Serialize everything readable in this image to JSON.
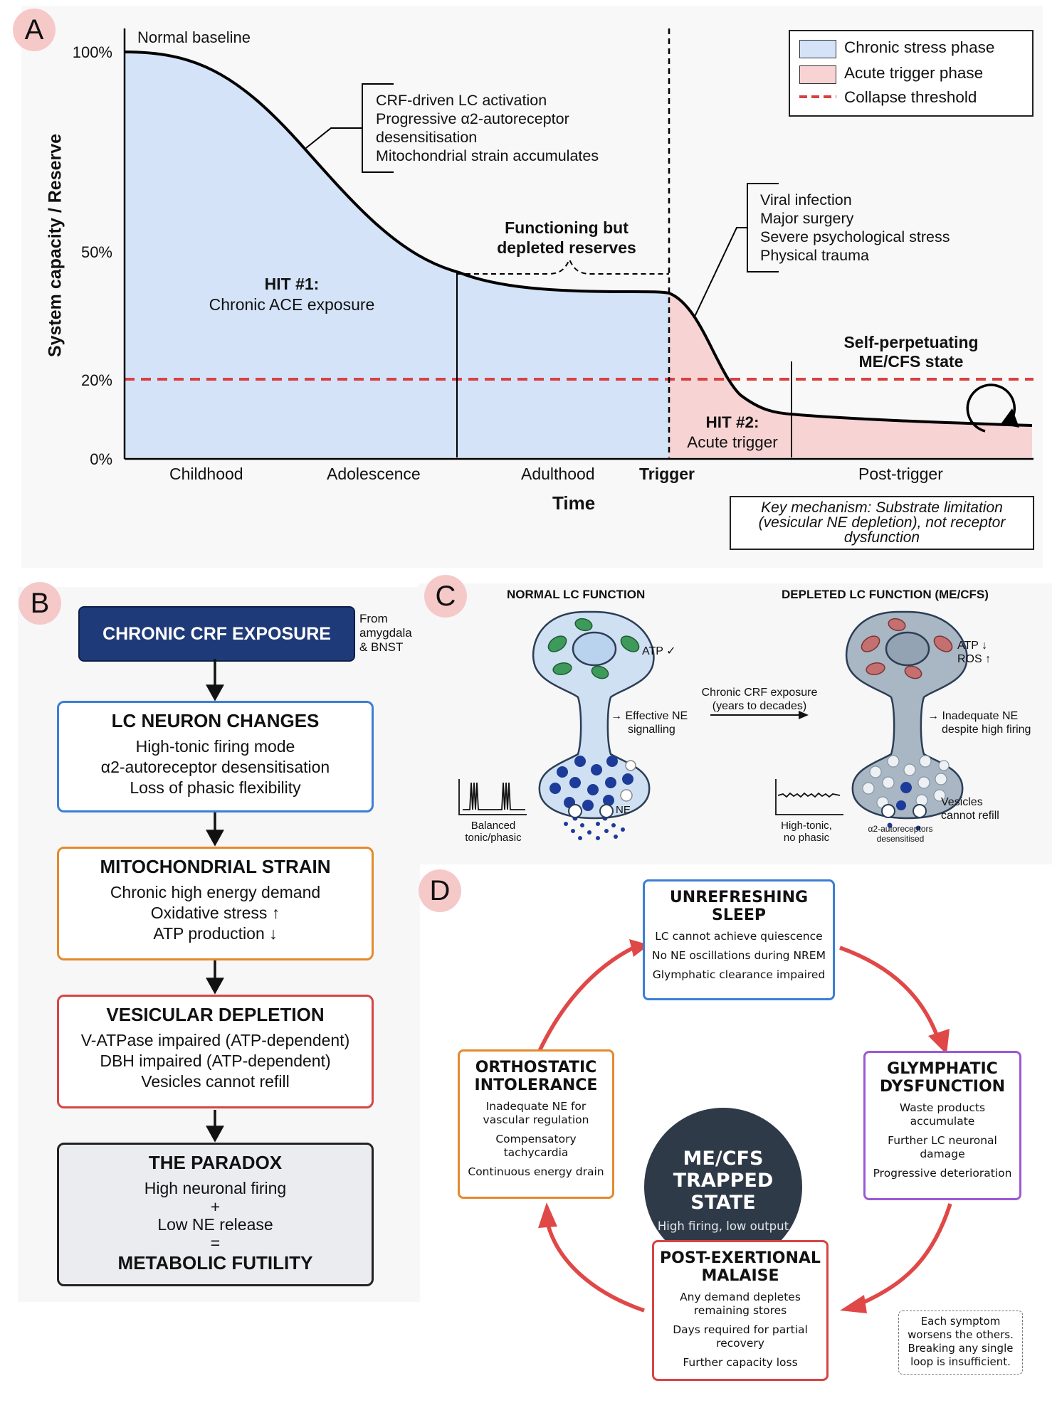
{
  "panels": {
    "a": "A",
    "b": "B",
    "c": "C",
    "d": "D"
  },
  "panel_a": {
    "y_axis_label": "System capacity / Reserve",
    "x_axis_label": "Time",
    "y_ticks": [
      "100%",
      "50%",
      "20%",
      "0%"
    ],
    "x_ticks": [
      "Childhood",
      "Adolescence",
      "Adulthood",
      "Trigger",
      "Post-trigger"
    ],
    "annotations": {
      "baseline": "Normal baseline",
      "crf_lines": [
        "CRF-driven LC activation",
        "Progressive α2-autoreceptor",
        "desensitisation",
        "Mitochondrial strain accumulates"
      ],
      "functioning_lines": [
        "Functioning but",
        "depleted reserves"
      ],
      "hit1_title": "HIT #1:",
      "hit1_sub": "Chronic ACE exposure",
      "trigger_lines": [
        "Viral infection",
        "Major surgery",
        "Severe psychological stress",
        "Physical trauma"
      ],
      "self_lines": [
        "Self-perpetuating",
        "ME/CFS state"
      ],
      "hit2_title": "HIT #2:",
      "hit2_sub": "Acute trigger",
      "key_mechanism_lines": [
        "Key mechanism: Substrate limitation",
        "(vesicular NE depletion), not receptor",
        "dysfunction"
      ]
    },
    "legend": [
      "Chronic stress phase",
      "Acute trigger phase",
      "Collapse threshold"
    ],
    "colors": {
      "chronic": "#d4e3f8",
      "acute": "#f8d3d3",
      "threshold": "#d94040"
    }
  },
  "chart_data": {
    "type": "area",
    "y_unit": "%",
    "ylim": [
      0,
      100
    ],
    "x_categories": [
      "Childhood",
      "Adolescence",
      "Adulthood",
      "Trigger",
      "Post-trigger"
    ],
    "series": [
      {
        "name": "Chronic stress phase",
        "values": [
          100,
          83,
          46,
          42,
          41
        ]
      },
      {
        "name": "Acute trigger phase",
        "values": [
          41,
          17,
          11,
          10
        ]
      }
    ],
    "threshold": {
      "name": "Collapse threshold",
      "value": 20
    }
  },
  "panel_b": {
    "top_box": "CHRONIC CRF EXPOSURE",
    "top_note": [
      "From",
      "amygdala",
      "& BNST"
    ],
    "boxes": [
      {
        "title": "LC NEURON CHANGES",
        "lines": [
          "High-tonic firing mode",
          "α2-autoreceptor desensitisation",
          "Loss of phasic flexibility"
        ],
        "color": "#3b7fd4"
      },
      {
        "title": "MITOCHONDRIAL STRAIN",
        "lines": [
          "Chronic high energy demand",
          "Oxidative stress ↑",
          "ATP production ↓"
        ],
        "color": "#e38a2c"
      },
      {
        "title": "VESICULAR DEPLETION",
        "lines": [
          "V-ATPase impaired (ATP-dependent)",
          "DBH impaired (ATP-dependent)",
          "Vesicles cannot refill"
        ],
        "color": "#d64545"
      }
    ],
    "paradox": {
      "title": "THE PARADOX",
      "lines": [
        "High neuronal firing",
        "+",
        "Low NE release",
        "="
      ],
      "result": "METABOLIC FUTILITY"
    }
  },
  "panel_c": {
    "normal_title": "NORMAL LC FUNCTION",
    "depleted_title": "DEPLETED LC FUNCTION (ME/CFS)",
    "atp_normal": "ATP ✓",
    "atp_depleted": [
      "ATP ↓",
      "ROS ↑"
    ],
    "effective": [
      "→ Effective NE",
      "signalling"
    ],
    "inadequate": [
      "→ Inadequate NE",
      "despite high firing"
    ],
    "arrow_label": [
      "Chronic CRF exposure",
      "(years to decades)"
    ],
    "ne": "NE",
    "balanced": [
      "Balanced",
      "tonic/phasic"
    ],
    "high_tonic": [
      "High-tonic,",
      "no phasic"
    ],
    "alpha2": [
      "α2-autoreceptors",
      "desensitised"
    ],
    "vesicles": [
      "Vesicles",
      "cannot refill"
    ]
  },
  "panel_d": {
    "center_title": [
      "ME/CFS",
      "TRAPPED STATE"
    ],
    "center_sub": "High firing, low output",
    "sleep": {
      "title": [
        "UNREFRESHING",
        "SLEEP"
      ],
      "lines": [
        "LC cannot achieve quiescence",
        "No NE oscillations during NREM",
        "Glymphatic clearance impaired"
      ],
      "color": "#3b7fd4"
    },
    "glymph": {
      "title": [
        "GLYMPHATIC",
        "DYSFUNCTION"
      ],
      "lines": [
        "Waste products accumulate",
        "Further LC neuronal damage",
        "Progressive deterioration"
      ],
      "color": "#9b59d6"
    },
    "pem": {
      "title": [
        "POST-EXERTIONAL",
        "MALAISE"
      ],
      "lines": [
        "Any demand depletes remaining stores",
        "Days required for partial recovery",
        "Further capacity loss"
      ],
      "color": "#d64545"
    },
    "ortho": {
      "title": [
        "ORTHOSTATIC",
        "INTOLERANCE"
      ],
      "lines": [
        "Inadequate NE for vascular regulation",
        "Compensatory tachycardia",
        "Continuous energy drain"
      ],
      "color": "#e38a2c"
    },
    "note": [
      "Each symptom",
      "worsens the others.",
      "Breaking any single",
      "loop is insufficient."
    ]
  }
}
